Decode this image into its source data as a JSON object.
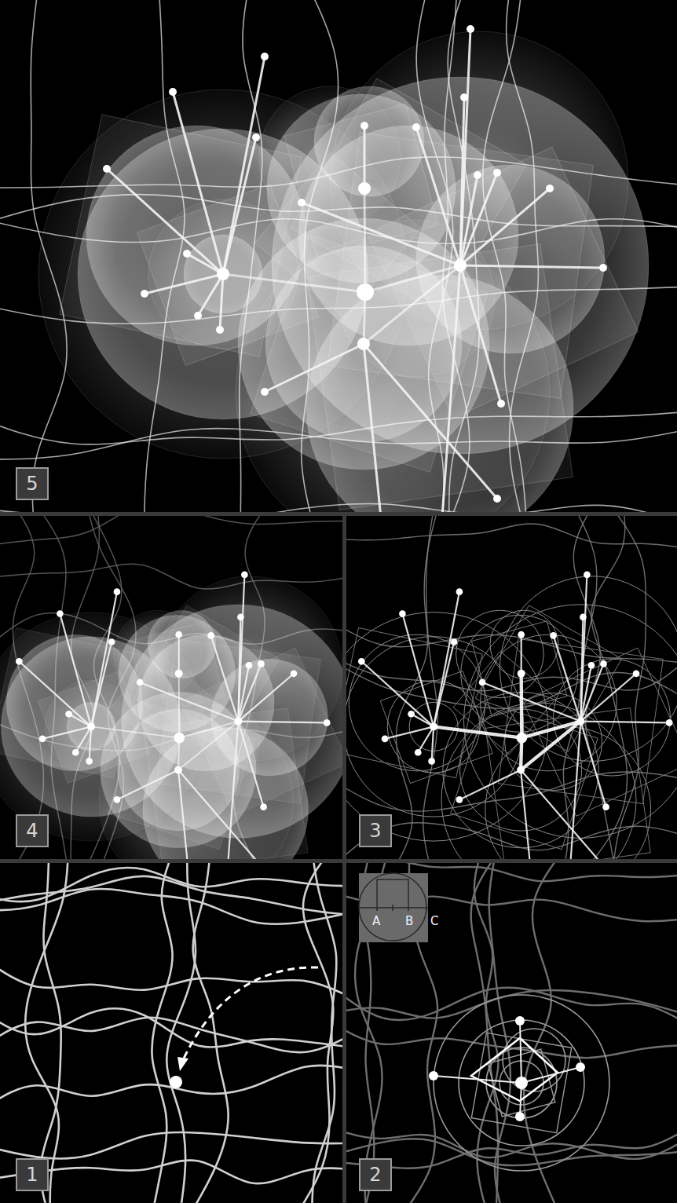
{
  "diagram": {
    "nodes": [
      {
        "text": [
          "5"
        ]
      },
      {
        "text": [
          "4"
        ]
      },
      {
        "text": [
          "3"
        ]
      },
      {
        "text": [
          "1"
        ]
      },
      {
        "text": [
          "2"
        ]
      }
    ],
    "labels": [
      "A",
      "B",
      "C"
    ]
  }
}
